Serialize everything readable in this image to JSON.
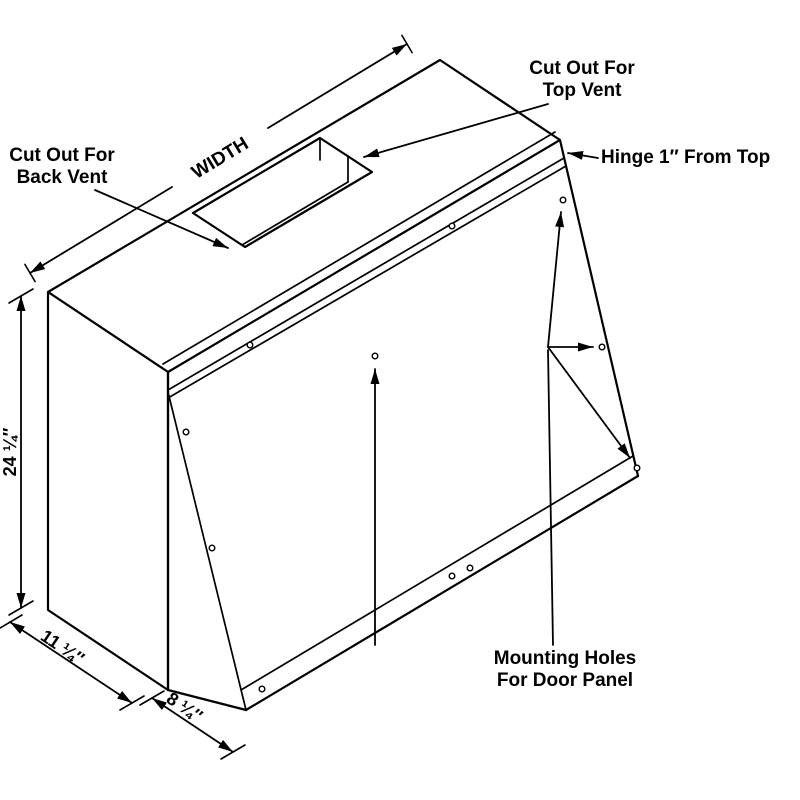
{
  "labels": {
    "cutout_top_vent": [
      "Cut Out For",
      "Top Vent"
    ],
    "cutout_back_vent": [
      "Cut Out For",
      "Back Vent"
    ],
    "width": "WIDTH",
    "hinge": "Hinge 1″ From Top",
    "mounting_holes": [
      "Mounting Holes",
      "For Door Panel"
    ]
  },
  "dimensions": {
    "height": "24 ¼″",
    "depth_lower": "11 ¼″",
    "depth_bottom": "8 ¼″"
  },
  "colors": {
    "line": "#000000",
    "background": "#ffffff"
  }
}
